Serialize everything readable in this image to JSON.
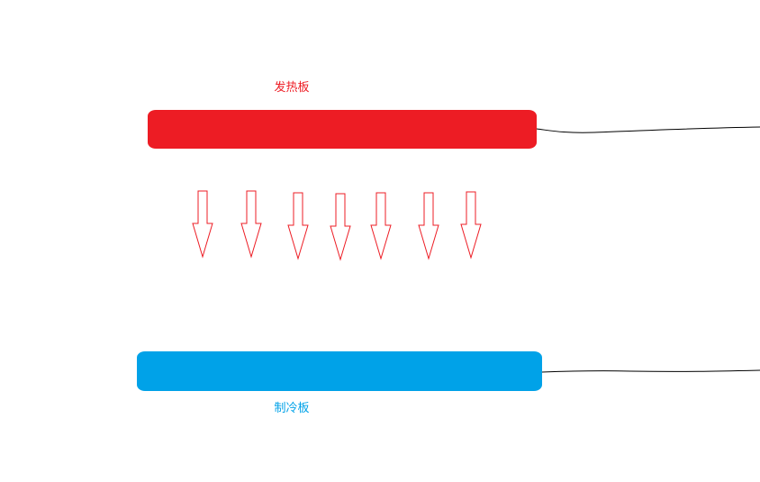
{
  "diagram": {
    "hot_plate": {
      "label": "发热板",
      "color": "#ED1C24"
    },
    "cold_plate": {
      "label": "制冷板",
      "color": "#00A2E8"
    },
    "arrows": {
      "count": 7,
      "direction": "down",
      "stroke_color": "#ED1C24"
    },
    "wire_color": "#000000"
  }
}
